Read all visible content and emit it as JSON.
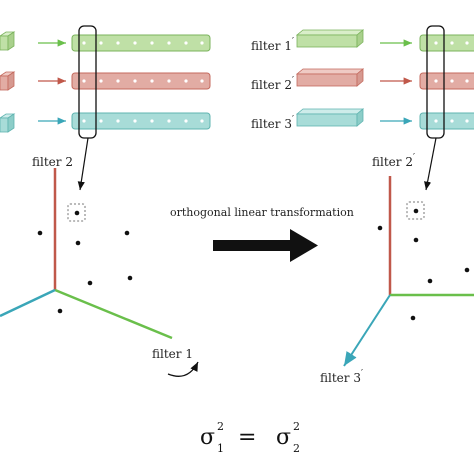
{
  "diagram": {
    "transform_label": "orthogonal linear transformation",
    "left": {
      "filter2_label": "filter 2",
      "filter1_label": "filter 1"
    },
    "right": {
      "filter1_label": "filter 1",
      "filter2_label": "filter 2",
      "filter3_label": "filter 3",
      "prime": "′",
      "filter2_axis_label": "filter 2",
      "filter3_axis_label": "filter 3"
    },
    "equation": {
      "lhs": "σ",
      "lhs_sup": "2",
      "lhs_sub": "1",
      "op": "=",
      "rhs": "σ",
      "rhs_sup": "2",
      "rhs_sub": "2"
    },
    "colors": {
      "green_face": "#bfe0a6",
      "green_top": "#d9eec9",
      "green_edge": "#7bb35c",
      "green_axis": "#6abf4b",
      "red_face": "#e2aca4",
      "red_top": "#efcac4",
      "red_edge": "#c46a5e",
      "red_axis": "#c0584a",
      "teal_face": "#a8dcd8",
      "teal_top": "#cdecea",
      "teal_edge": "#5fb4b0",
      "teal_axis": "#3aa6b8",
      "ink": "#111111"
    }
  }
}
